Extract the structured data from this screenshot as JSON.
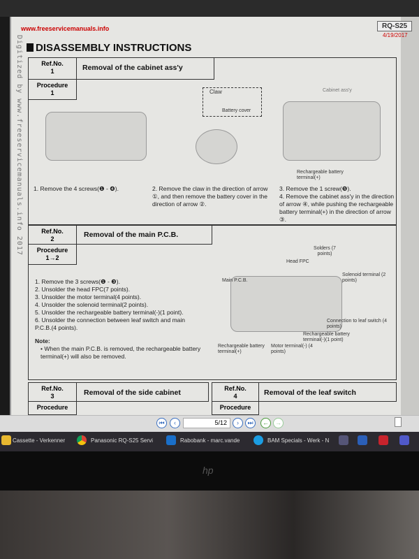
{
  "document": {
    "url": "www.freeservicemanuals.info",
    "model": "RQ-S25",
    "date": "4/19/2017",
    "watermark": "Digitized by www.freeservicemanuals.info 2017",
    "title": "DISASSEMBLY INSTRUCTIONS",
    "sections": [
      {
        "ref_label": "Ref.No.",
        "ref": "1",
        "proc_label": "Procedure",
        "proc": "1",
        "heading": "Removal of the cabinet ass'y",
        "steps": [
          "1. Remove the 4 screws(❶ - ❹).",
          "2. Remove the claw in the direction of arrow ①, and then remove the battery cover in the direction of arrow ②.",
          "3. Remove the 1 screw(❺).",
          "4. Remove the cabinet ass'y in the direction of arrow ④, while pushing the rechargeable battery terminal(+) in the direction of arrow ③."
        ],
        "labels": [
          "Claw",
          "Battery cover",
          "Cabinet ass'y",
          "Rechargeable battery terminal(+)"
        ]
      },
      {
        "ref_label": "Ref.No.",
        "ref": "2",
        "proc_label": "Procedure",
        "proc": "1→2",
        "heading": "Removal of the main P.C.B.",
        "steps": [
          "1. Remove the 3 screws(❶ - ❸).",
          "2. Unsolder the head FPC(7 points).",
          "3. Unsolder the motor terminal(4 points).",
          "4. Unsolder the solenoid terminal(2 points).",
          "5. Unsolder the rechargeable battery terminal(-)(1 point).",
          "6. Unsolder the connection between leaf switch and main P.C.B.(4 points)."
        ],
        "note_label": "Note:",
        "note": "• When the main P.C.B. is removed, the rechargeable battery terminal(+) will also be removed.",
        "labels": [
          "Solders (7 points)",
          "Head FPC",
          "Main P.C.B.",
          "Solenoid terminal (2 points)",
          "Connection to leaf switch (4 points)",
          "Rechargeable battery terminal(-)(1 point)",
          "Motor terminal(-) (4 points)",
          "Rechargeable battery terminal(+)"
        ]
      },
      {
        "ref_label": "Ref.No.",
        "ref": "3",
        "proc_label": "Procedure",
        "heading": "Removal of the side cabinet"
      },
      {
        "ref_label": "Ref.No.",
        "ref": "4",
        "proc_label": "Procedure",
        "heading": "Removal of the leaf switch"
      }
    ]
  },
  "toolbar": {
    "page": "5/12",
    "buttons": [
      "first-page",
      "previous-page",
      "next-page",
      "last-page",
      "back",
      "forward"
    ]
  },
  "taskbar": {
    "items": [
      "Cassette - Verkenner",
      "Panasonic RQ-S25 Servi",
      "Rabobank - marc.vande",
      "BAM Specials - Werk - N"
    ]
  },
  "colors": {
    "accent": "#3a6fc0",
    "url": "#cc0000",
    "taskbar": "#2c2a30"
  }
}
